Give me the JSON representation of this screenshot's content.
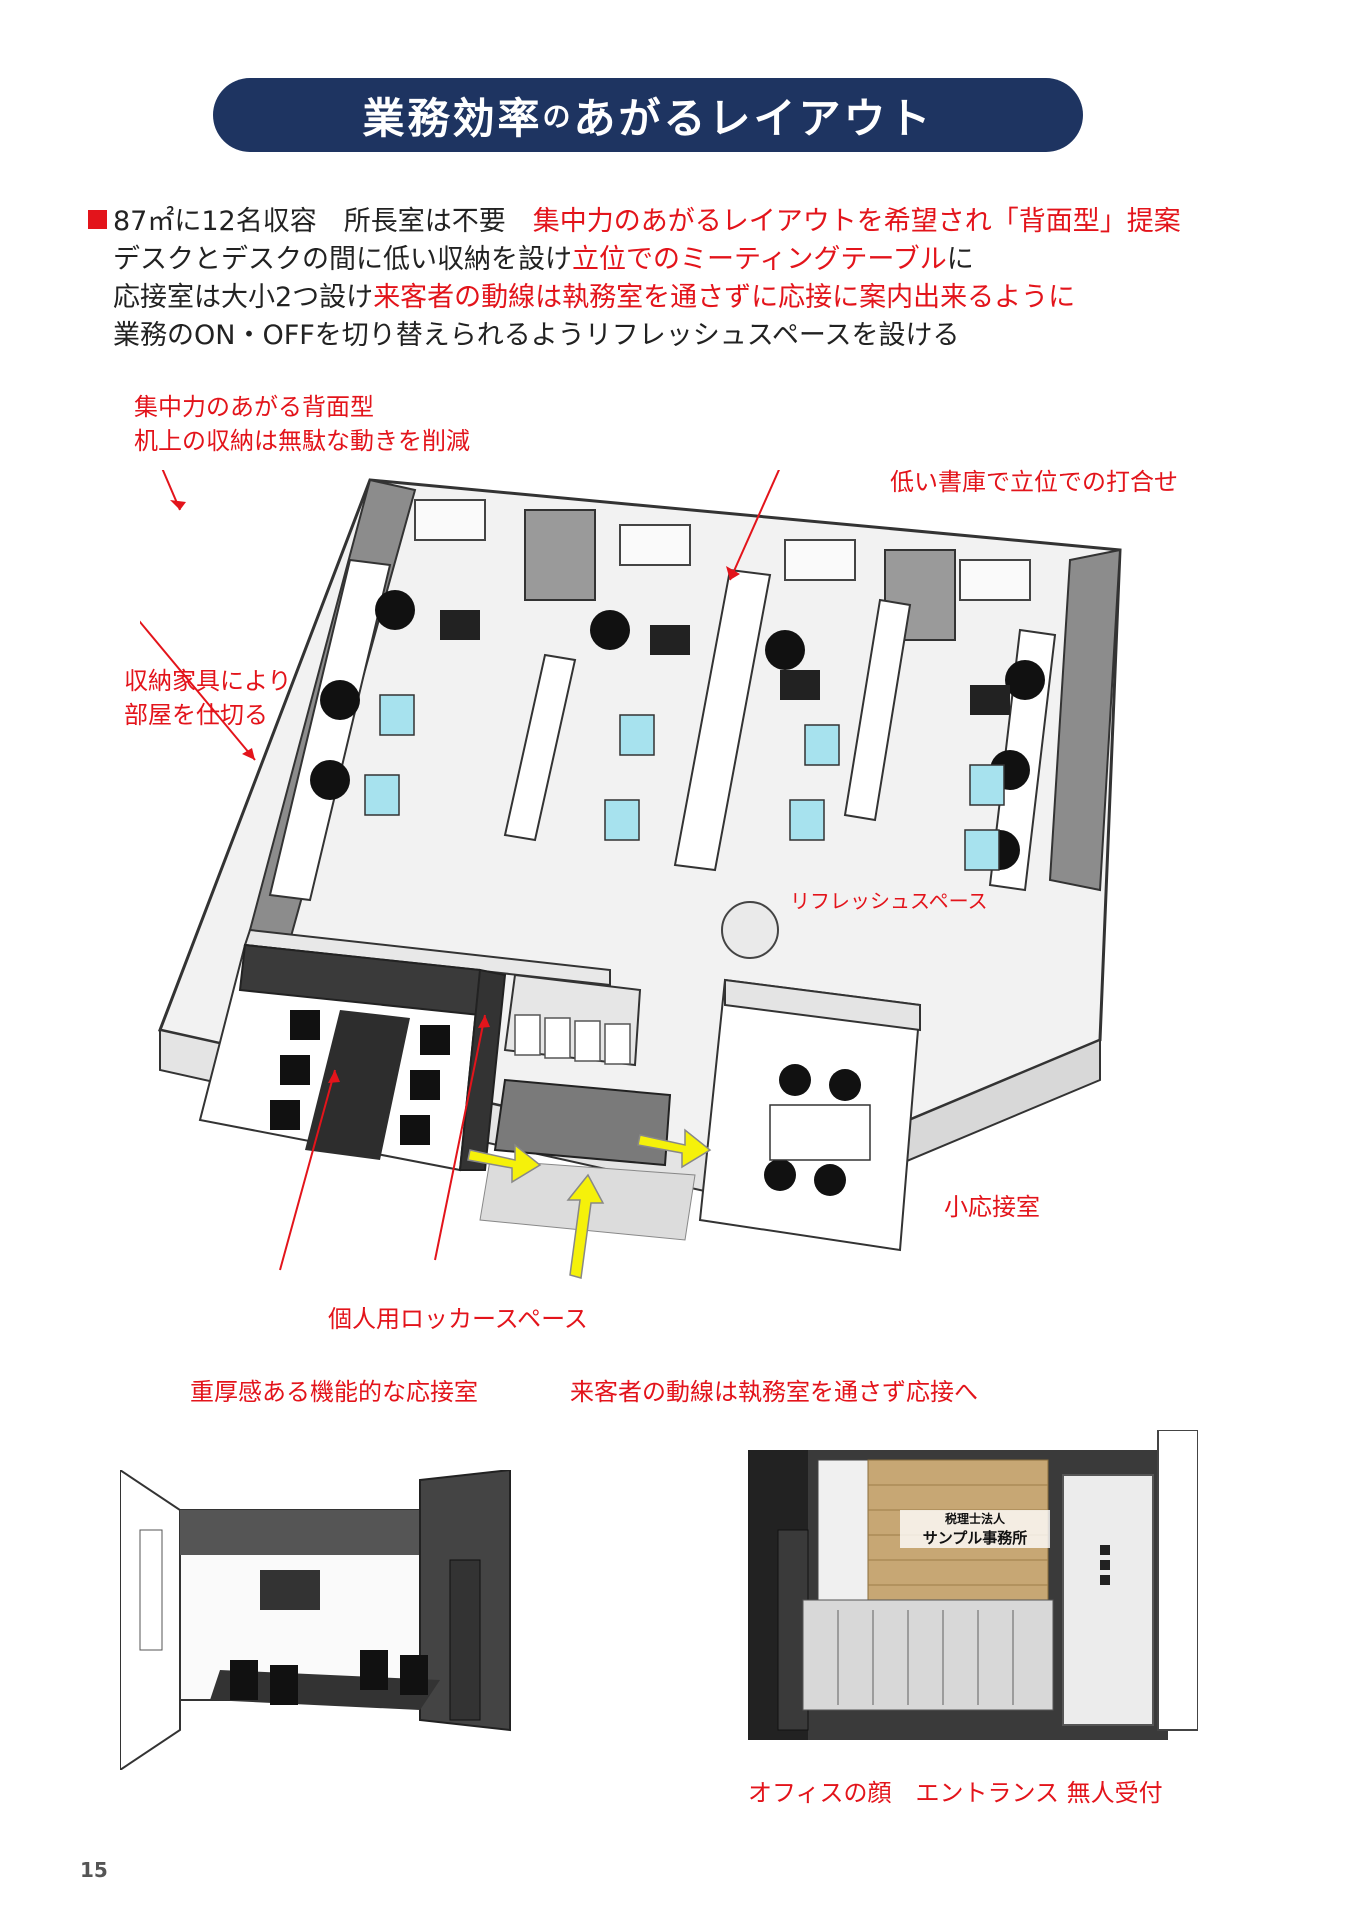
{
  "title": {
    "part1": "業務効率",
    "part2": "の",
    "part3": "あがるレイアウト"
  },
  "intro": {
    "line1_a": "87㎡に12名収容　所長室は不要　",
    "line1_b": "集中力のあがるレイアウトを希望され「背面型」提案",
    "line2_a": "デスクとデスクの間に低い収納を設け",
    "line2_b": "立位でのミーティングテーブル",
    "line2_c": "に",
    "line3_a": "応接室は大小2つ設け",
    "line3_b": "来客者の動線は執務室を通さずに応接に案内出来るように",
    "line4": "業務のON・OFFを切り替えられるようリフレッシュスペースを設ける"
  },
  "notes": {
    "concentration_1": "集中力のあがる背面型",
    "concentration_2": "机上の収納は無駄な動きを削減",
    "low_shelf": "低い書庫で立位での打合せ",
    "partition_1": "収納家具により",
    "partition_2": "部屋を仕切る",
    "refresh": "リフレッシュスペース",
    "small_reception": "小応接室",
    "locker": "個人用ロッカースペース",
    "heavy_reception": "重厚感ある機能的な応接室",
    "visitor_flow": "来客者の動線は執務室を通さず応接へ",
    "entrance": "オフィスの顔　エントランス 無人受付"
  },
  "sign": {
    "line1": "税理士法人",
    "line2": "サンプル事務所"
  },
  "page_number": "15",
  "colors": {
    "banner": "#1e3461",
    "accent_red": "#e3141b",
    "arrow_yellow": "#f5f10a"
  }
}
